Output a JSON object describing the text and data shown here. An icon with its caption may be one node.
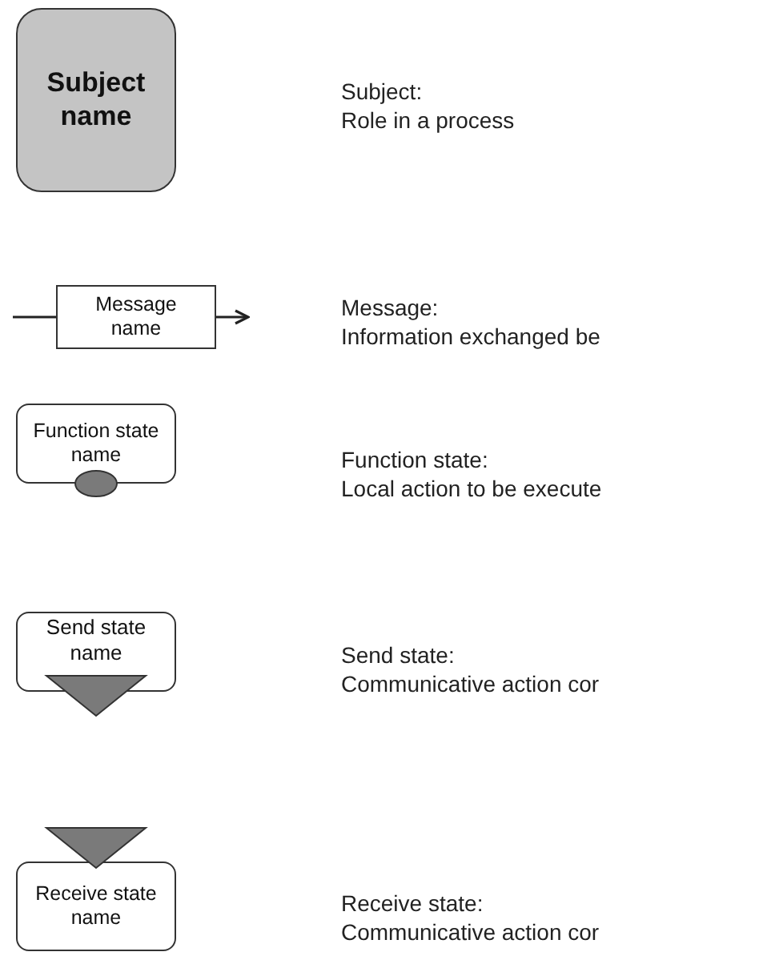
{
  "diagram": {
    "nodes": [
      {
        "text": [
          "Subject name"
        ],
        "beside": [
          "Subject:",
          "Role in a process"
        ]
      },
      {
        "text": [
          "Message name"
        ],
        "beside": [
          "Message:",
          "Information exchanged be"
        ]
      },
      {
        "text": [
          "Function state name"
        ],
        "beside": [
          "Function state:",
          "Local action to be execute"
        ]
      },
      {
        "text": [
          "Send state name"
        ],
        "beside": [
          "Send state:",
          "Communicative action cor"
        ]
      },
      {
        "text": [
          "Receive state name"
        ],
        "beside": [
          "Receive state:",
          "Communicative action cor"
        ]
      }
    ],
    "edges": [
      {
        "from": null,
        "to": 1,
        "arrow": "none"
      },
      {
        "from": 1,
        "to": null,
        "arrow": "to"
      }
    ]
  }
}
